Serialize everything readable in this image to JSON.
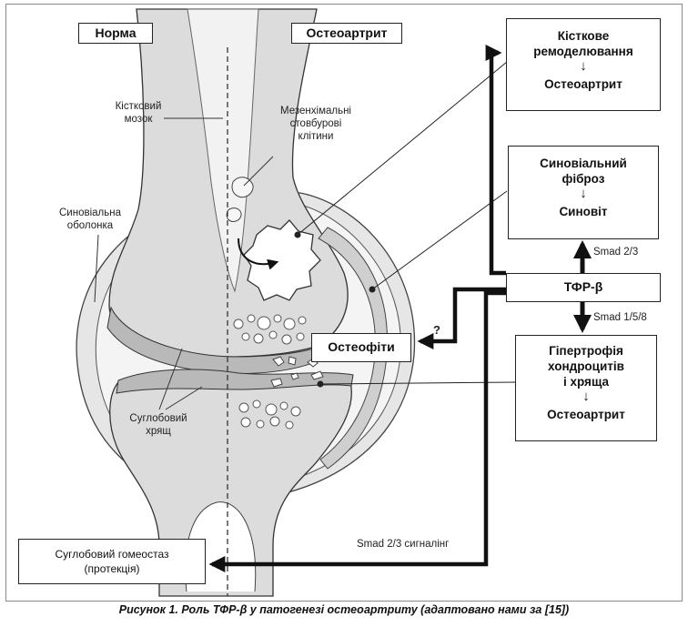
{
  "headers": {
    "normal": "Норма",
    "oa": "Остеоартрит"
  },
  "labels": {
    "bone_marrow": [
      "Кістковий",
      "мозок"
    ],
    "mesenchymal": [
      "Мезенхімальні",
      "стовбурові",
      "клітини"
    ],
    "synovial_membrane": [
      "Синовіальна",
      "оболонка"
    ],
    "cartilage": [
      "Суглобовий",
      "хрящ"
    ]
  },
  "boxes": {
    "bone_remodeling": {
      "line1": "Кісткове",
      "line2": "ремоделювання",
      "arrow": "↓",
      "line3": "Остеоартрит"
    },
    "synovial_fibrosis": {
      "line1": "Синовіальний",
      "line2": "фіброз",
      "arrow": "↓",
      "line3": "Синовіт"
    },
    "tgf": "ТФР-β",
    "osteophytes": "Остеофіти",
    "hypertrophy": {
      "line1": "Гіпертрофія",
      "line2": "хондроцитів",
      "line3": "і хряща",
      "arrow": "↓",
      "line4": "Остеоартрит"
    },
    "homeostasis": {
      "line1": "Суглобовий гомеостаз",
      "line2": "(протекція)"
    }
  },
  "annotations": {
    "smad23_up": "Smad 2/3",
    "smad158": "Smad 1/5/8",
    "question": "?",
    "smad23_signal": "Smad 2/3 сигналінг"
  },
  "caption": "Рисунок 1. Роль ТФР-β у патогенезі остеоартриту (адаптовано нами за [15])"
}
